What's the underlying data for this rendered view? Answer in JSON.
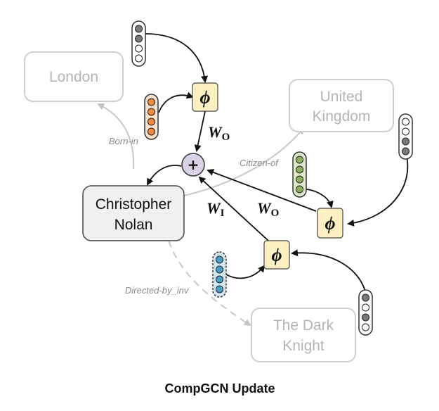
{
  "title": "CompGCN Update",
  "nodes": {
    "london": "London",
    "united_kingdom": [
      "United",
      "Kingdom"
    ],
    "christopher_nolan": [
      "Christopher",
      "Nolan"
    ],
    "dark_knight": [
      "The Dark",
      "Knight"
    ]
  },
  "edge_labels": {
    "born_in": "Born-in",
    "citizen_of": "Citizen-of",
    "directed_by_inv": "Directed-by_inv"
  },
  "operators": {
    "composition": "ϕ",
    "aggregation": "+"
  },
  "weights": {
    "outgoing_a": {
      "base": "W",
      "sub": "O"
    },
    "outgoing_b": {
      "base": "W",
      "sub": "O"
    },
    "inverse": {
      "base": "W",
      "sub": "I"
    }
  },
  "colors": {
    "phi_fill": "#fdf0c2",
    "plus_fill": "#d9d2e6",
    "nolan_fill": "#f0f0f0",
    "faded_node_stroke": "#cfcfcf",
    "faded_text": "#b4b4b4",
    "gray_vector": "#7a7a7a",
    "orange_vector": "#f08a3c",
    "green_vector": "#8fb05a",
    "blue_vector": "#4a9fc6"
  }
}
